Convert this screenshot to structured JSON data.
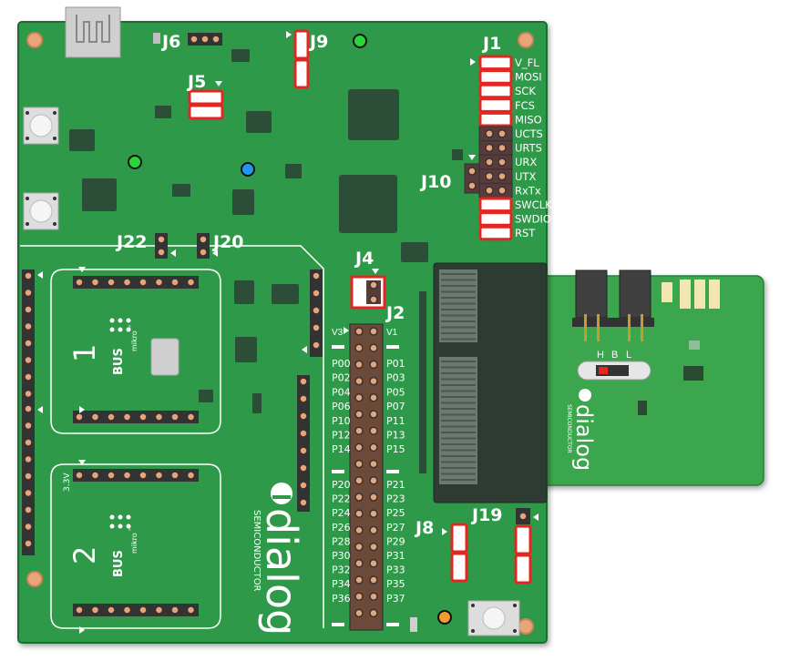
{
  "board": {
    "colors": {
      "pcb": "#2e9a48",
      "pcb_edge": "#1f6d33",
      "header_red": "#e52521",
      "module_green": "#3aa64e"
    },
    "jumpers": {
      "j1": "J1",
      "j2": "J2",
      "j4": "J4",
      "j5": "J5",
      "j6": "J6",
      "j8": "J8",
      "j9": "J9",
      "j10": "J10",
      "j19": "J19",
      "j20": "J20",
      "j22": "J22"
    },
    "j1_pins": [
      "V_FL",
      "MOSI",
      "SCK",
      "FCS",
      "MISO",
      "UCTS",
      "URTS",
      "URX",
      "UTX",
      "RxTx",
      "SWCLK",
      "SWDIO",
      "RST"
    ],
    "j2_top": {
      "left": "V3",
      "right": "V1"
    },
    "j2_left": [
      "P00",
      "P02",
      "P04",
      "P06",
      "P10",
      "P12",
      "P14",
      "P20",
      "P22",
      "P24",
      "P26",
      "P28",
      "P30",
      "P32",
      "P34",
      "P36"
    ],
    "j2_right": [
      "P01",
      "P03",
      "P05",
      "P07",
      "P11",
      "P13",
      "P15",
      "P21",
      "P23",
      "P25",
      "P27",
      "P29",
      "P31",
      "P33",
      "P35",
      "P37"
    ],
    "mikrobus1": {
      "number": "1",
      "brand_small": "mikro",
      "brand": "BUS",
      "tm": "™"
    },
    "mikrobus2": {
      "number": "2",
      "brand_small": "mikro",
      "brand": "BUS",
      "tm": "™",
      "voltage": "3.3V"
    },
    "logo": {
      "name": "dialog",
      "subtitle": "SEMICONDUCTOR"
    },
    "module": {
      "switch_labels": [
        "H",
        "B",
        "L"
      ],
      "logo_name": "dialog",
      "logo_subtitle": "SEMICONDUCTOR"
    }
  }
}
